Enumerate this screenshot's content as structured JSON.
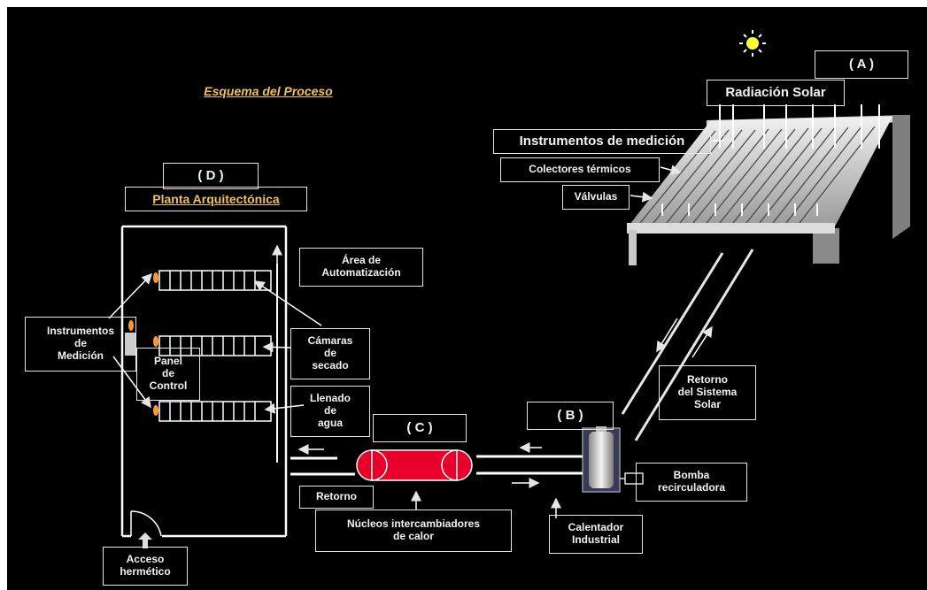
{
  "title": "Esquema del Proceso",
  "sections": {
    "a": "( A )",
    "b": "( B )",
    "c": "( C )",
    "d": "( D )"
  },
  "labels": {
    "radiacion_solar": "Radiación Solar",
    "instrumentos_medicion_solar": "Instrumentos de medición",
    "colectores_termicos": "Colectores térmicos",
    "valvulas": "Válvulas",
    "planta_arquitectonica": "Planta Arquitectónica",
    "area_automatizacion": "Área de\nAutomatización",
    "camaras_secado": "Cámaras\nde\nsecado",
    "llenado_agua": "Llenado\nde\nagua",
    "instrumentos_medicion_planta": "Instrumentos\nde\nMedición",
    "panel_control": "Panel\nde\nControl",
    "retorno_sistema_solar": "Retorno\ndel Sistema\nSolar",
    "bomba_recirculadora": "Bomba\nrecirculadora",
    "calentador_industrial": "Calentador\nIndustrial",
    "nucleos_intercambiadores": "Núcleos intercambiadores\nde calor",
    "retorno": "Retorno",
    "acceso_hermetico": "Acceso\nhermético"
  },
  "colors": {
    "background": "#000000",
    "title_text": "#f0c05a",
    "heat_exchanger": "#e8002a",
    "sun": "#ffff33",
    "lines": "#e6e6e6",
    "dryer_flame": "#ff9933"
  },
  "icons": [
    "sun-icon",
    "water-heater-icon",
    "pump-icon",
    "heat-exchanger-icon",
    "solar-collector-icon",
    "door-icon"
  ]
}
